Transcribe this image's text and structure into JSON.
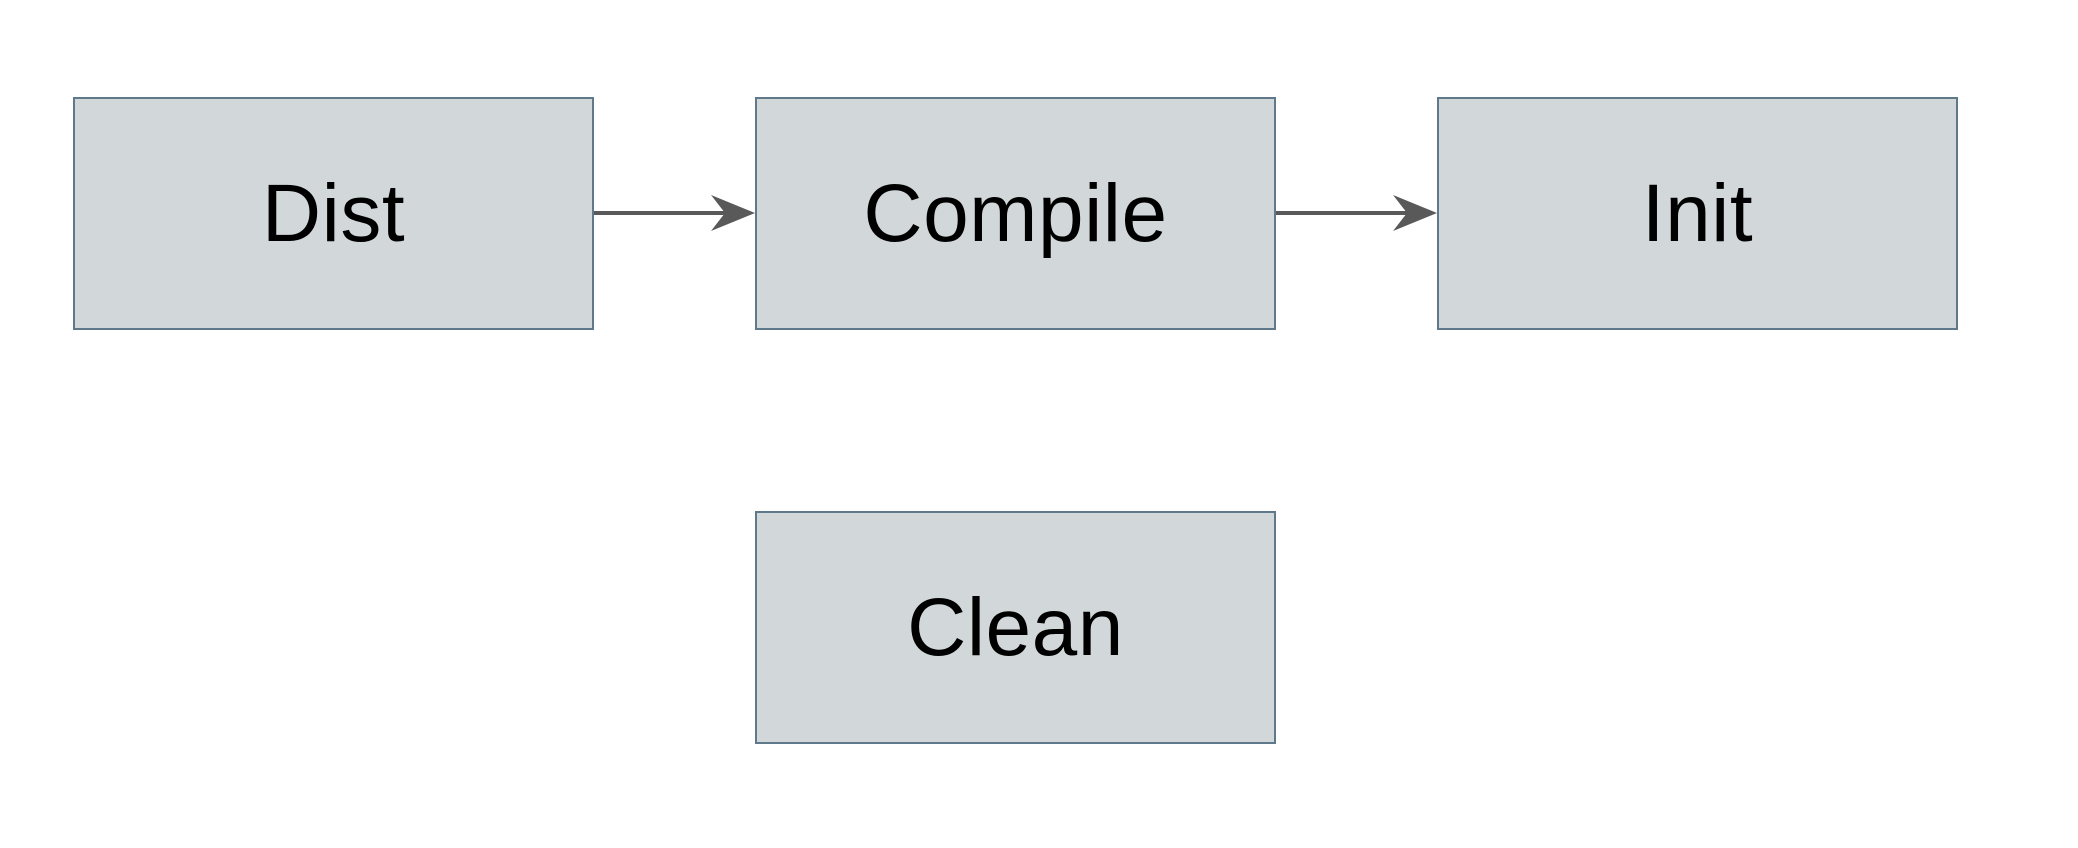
{
  "diagram": {
    "background_color": "#ffffff",
    "node_fill_color": "#d2d8da",
    "node_border_color": "#60798a",
    "arrow_color": "#595959",
    "label_color": "#000000",
    "nodes": [
      {
        "id": "dist",
        "label": "Dist"
      },
      {
        "id": "compile",
        "label": "Compile"
      },
      {
        "id": "init",
        "label": "Init"
      },
      {
        "id": "clean",
        "label": "Clean"
      }
    ],
    "edges": [
      {
        "from": "dist",
        "to": "compile"
      },
      {
        "from": "compile",
        "to": "init"
      }
    ]
  }
}
